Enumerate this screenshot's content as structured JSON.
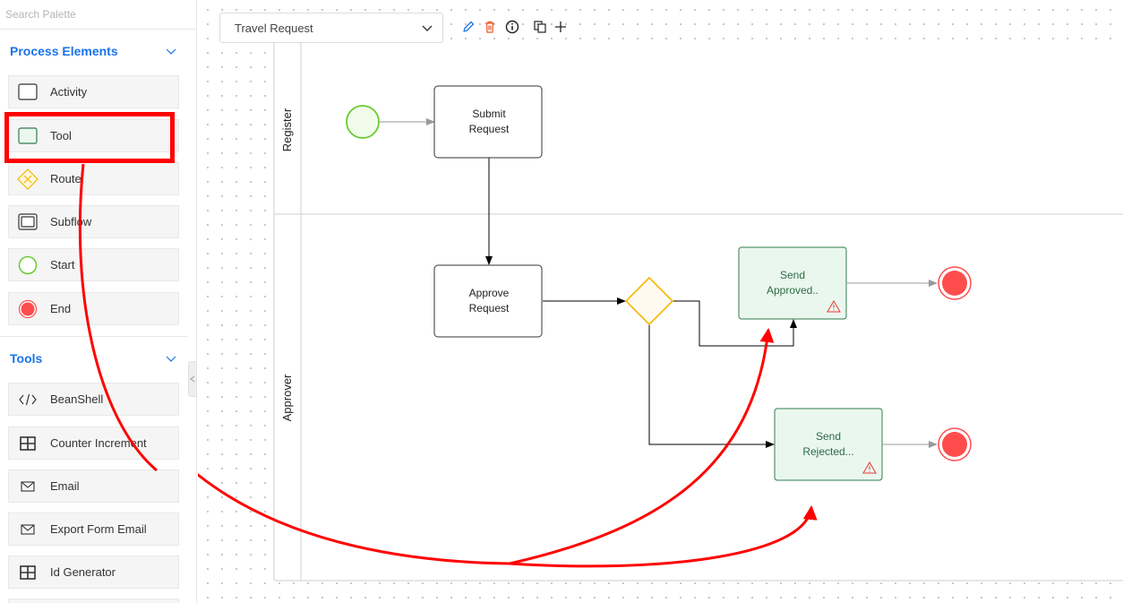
{
  "sidebar": {
    "search_placeholder": "Search Palette",
    "sections": {
      "process_elements": "Process Elements",
      "tools": "Tools"
    },
    "process_elements": [
      {
        "label": "Activity",
        "icon": "activity-square-icon"
      },
      {
        "label": "Tool",
        "icon": "tool-square-icon"
      },
      {
        "label": "Route",
        "icon": "route-diamond-icon"
      },
      {
        "label": "Subflow",
        "icon": "subflow-square-icon"
      },
      {
        "label": "Start",
        "icon": "start-circle-icon"
      },
      {
        "label": "End",
        "icon": "end-circle-icon"
      }
    ],
    "tools": [
      {
        "label": "BeanShell",
        "icon": "code-icon"
      },
      {
        "label": "Counter Increment",
        "icon": "grid-icon"
      },
      {
        "label": "Email",
        "icon": "mail-icon"
      },
      {
        "label": "Export Form Email",
        "icon": "mail-icon"
      },
      {
        "label": "Id Generator",
        "icon": "grid-icon"
      }
    ]
  },
  "toolbar": {
    "process_name": "Travel Request",
    "buttons": [
      "edit-icon",
      "delete-icon",
      "info-icon",
      "copy-icon",
      "add-icon"
    ]
  },
  "diagram": {
    "lanes": [
      "Register",
      "Approver"
    ],
    "nodes": {
      "submit_request": [
        "Submit",
        "Request"
      ],
      "approve_request": [
        "Approve",
        "Request"
      ],
      "send_approved": [
        "Send",
        "Approved.."
      ],
      "send_rejected": [
        "Send",
        "Rejected..."
      ]
    }
  },
  "colors": {
    "accent": "#1a73e8",
    "highlight": "#ff0000",
    "start": "#66cc33",
    "end": "#ff4d4d",
    "route": "#f5b700",
    "tool_fill": "#eaf7ee",
    "tool_border": "#2f7d4c",
    "warning": "#e53935"
  }
}
